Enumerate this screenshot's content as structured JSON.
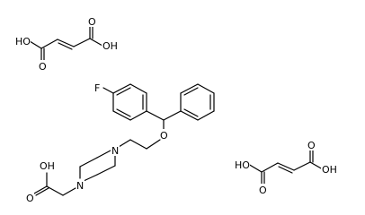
{
  "molecule": {
    "fumaric_acid_1": {
      "oh_left": "HO",
      "o_bottom": "O",
      "o_top": "O",
      "oh_right": "OH"
    },
    "fumaric_acid_2": {
      "oh_left": "HO",
      "o_bottom": "O",
      "o_top": "O",
      "oh_right": "OH"
    },
    "main": {
      "fluorine": "F",
      "ether_o": "O",
      "n1": "N",
      "n4": "N",
      "acid_oh": "OH",
      "acid_o": "O"
    }
  }
}
